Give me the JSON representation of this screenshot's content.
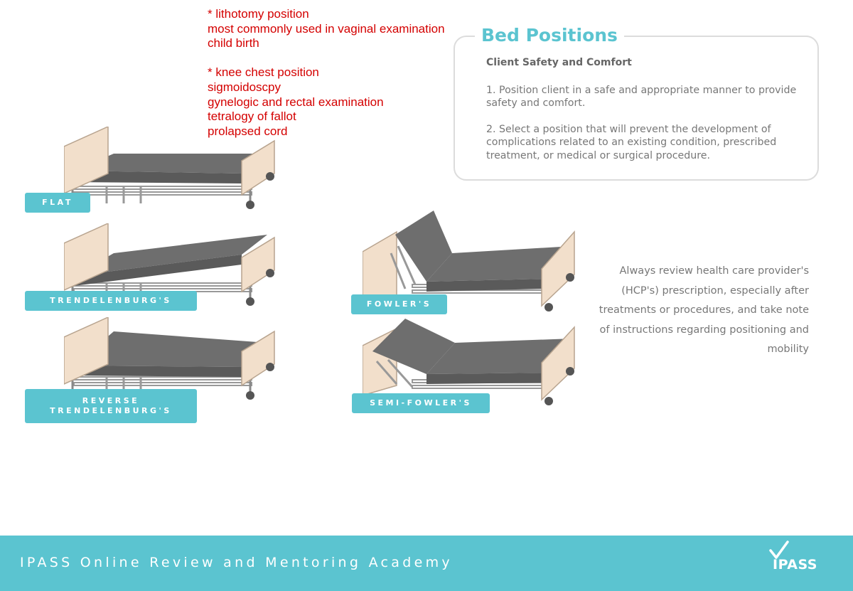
{
  "notes": {
    "lithotomy": [
      "* lithotomy position",
      "most commonly used in vaginal examination",
      "child birth"
    ],
    "knee_chest": [
      "* knee chest position",
      "sigmoidoscpy",
      "gynelogic and rectal examination",
      "tetralogy of  fallot",
      "prolapsed cord"
    ]
  },
  "card": {
    "title": "Bed Positions",
    "subtitle": "Client Safety and Comfort",
    "p1": "1. Position client in a safe and appropriate manner to provide safety and comfort.",
    "p2": "2. Select a position that will prevent the development of complications related to an existing condition, prescribed treatment, or medical or surgical procedure."
  },
  "review_note": "Always review health care provider's (HCP's) prescription, especially after treatments or procedures, and take note of instructions regarding positioning and mobility",
  "labels": {
    "flat": "FLAT",
    "trendelenburg": "TRENDELENBURG'S",
    "reverse_line1": "REVERSE",
    "reverse_line2": "TRENDELENBURG'S",
    "fowlers": "FOWLER'S",
    "semi_fowlers": "SEMI-FOWLER'S"
  },
  "footer": {
    "text": "IPASS Online Review and Mentoring Academy",
    "logo": "IPASS"
  },
  "colors": {
    "accent": "#5bc4d0",
    "note_red": "#d40000",
    "mattress": "#6e6e6e",
    "board": "#f2dfcb"
  },
  "icons": [
    "checkmark-icon"
  ]
}
